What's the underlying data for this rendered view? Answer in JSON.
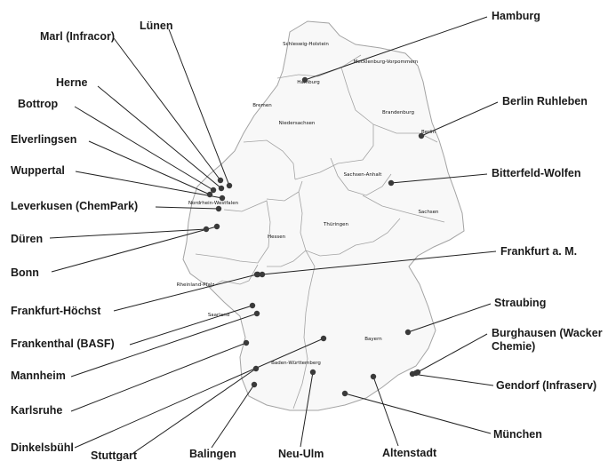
{
  "states": [
    "Schleswig-Holstein",
    "Mecklenburg-Vorpommern",
    "Hamburg",
    "Bremen",
    "Niedersachsen",
    "Brandenburg",
    "Berlin",
    "Sachsen-Anhalt",
    "Nordrhein-Westfalen",
    "Hessen",
    "Thüringen",
    "Sachsen",
    "Rheinland-Pfalz",
    "Saarland",
    "Baden-Württemberg",
    "Bayern"
  ],
  "sites": [
    {
      "name": "Hamburg"
    },
    {
      "name": "Lünen"
    },
    {
      "name": "Marl (Infracor)"
    },
    {
      "name": "Herne"
    },
    {
      "name": "Bottrop"
    },
    {
      "name": "Berlin Ruhleben"
    },
    {
      "name": "Elverlingsen"
    },
    {
      "name": "Wuppertal"
    },
    {
      "name": "Bitterfeld-Wolfen"
    },
    {
      "name": "Leverkusen (ChemPark)"
    },
    {
      "name": "Düren"
    },
    {
      "name": "Bonn"
    },
    {
      "name": "Frankfurt a. M."
    },
    {
      "name": "Straubing"
    },
    {
      "name": "Frankfurt-Höchst"
    },
    {
      "name": "Burghausen (Wacker Chemie)"
    },
    {
      "name": "Frankenthal (BASF)"
    },
    {
      "name": "Mannheim"
    },
    {
      "name": "Gendorf (Infraserv)"
    },
    {
      "name": "Karlsruhe"
    },
    {
      "name": "München"
    },
    {
      "name": "Dinkelsbühl"
    },
    {
      "name": "Stuttgart"
    },
    {
      "name": "Balingen"
    },
    {
      "name": "Neu-Ulm"
    },
    {
      "name": "Altenstadt"
    }
  ],
  "colors": {
    "marker": "#3a3a3a",
    "leader": "#222222",
    "border": "#9a9a9a"
  }
}
